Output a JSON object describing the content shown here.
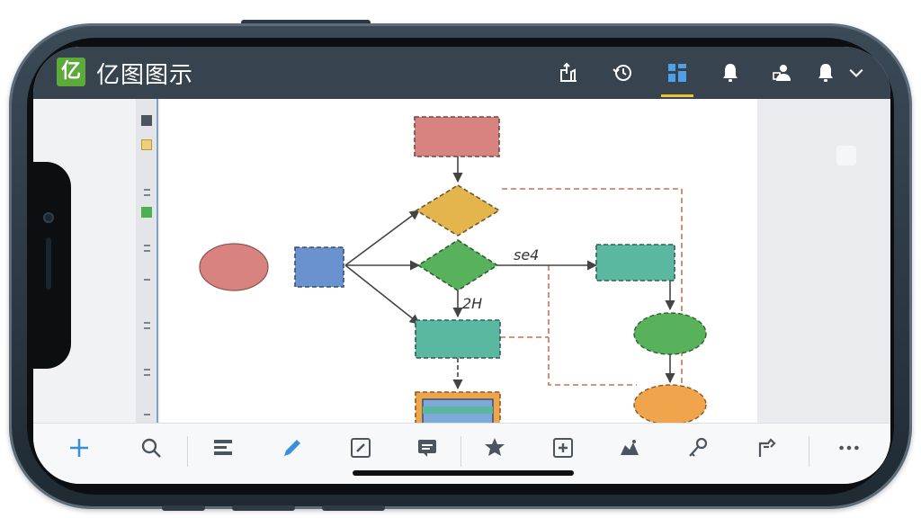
{
  "app": {
    "logo_char": "亿",
    "title": "亿图图示"
  },
  "topbar_icons": [
    "share-up-icon",
    "history-icon",
    "grid-view-icon",
    "bell-icon",
    "user-share-icon",
    "notification-icon",
    "chevron-down-icon"
  ],
  "diagram": {
    "edge_labels": [
      "se4",
      "2H"
    ]
  },
  "bottombar_icons": [
    "add-icon",
    "search-icon",
    "format-icon",
    "pen-icon",
    "edit-box-icon",
    "message-icon",
    "star-badge-icon",
    "add-box-icon",
    "shapes-icon",
    "key-icon",
    "link-icon",
    "more-icon"
  ],
  "colors": {
    "accent": "#3b8fd8",
    "topbar": "#37434f",
    "active_tab": "#f2c230",
    "logo_bg": "#5cab3a"
  }
}
